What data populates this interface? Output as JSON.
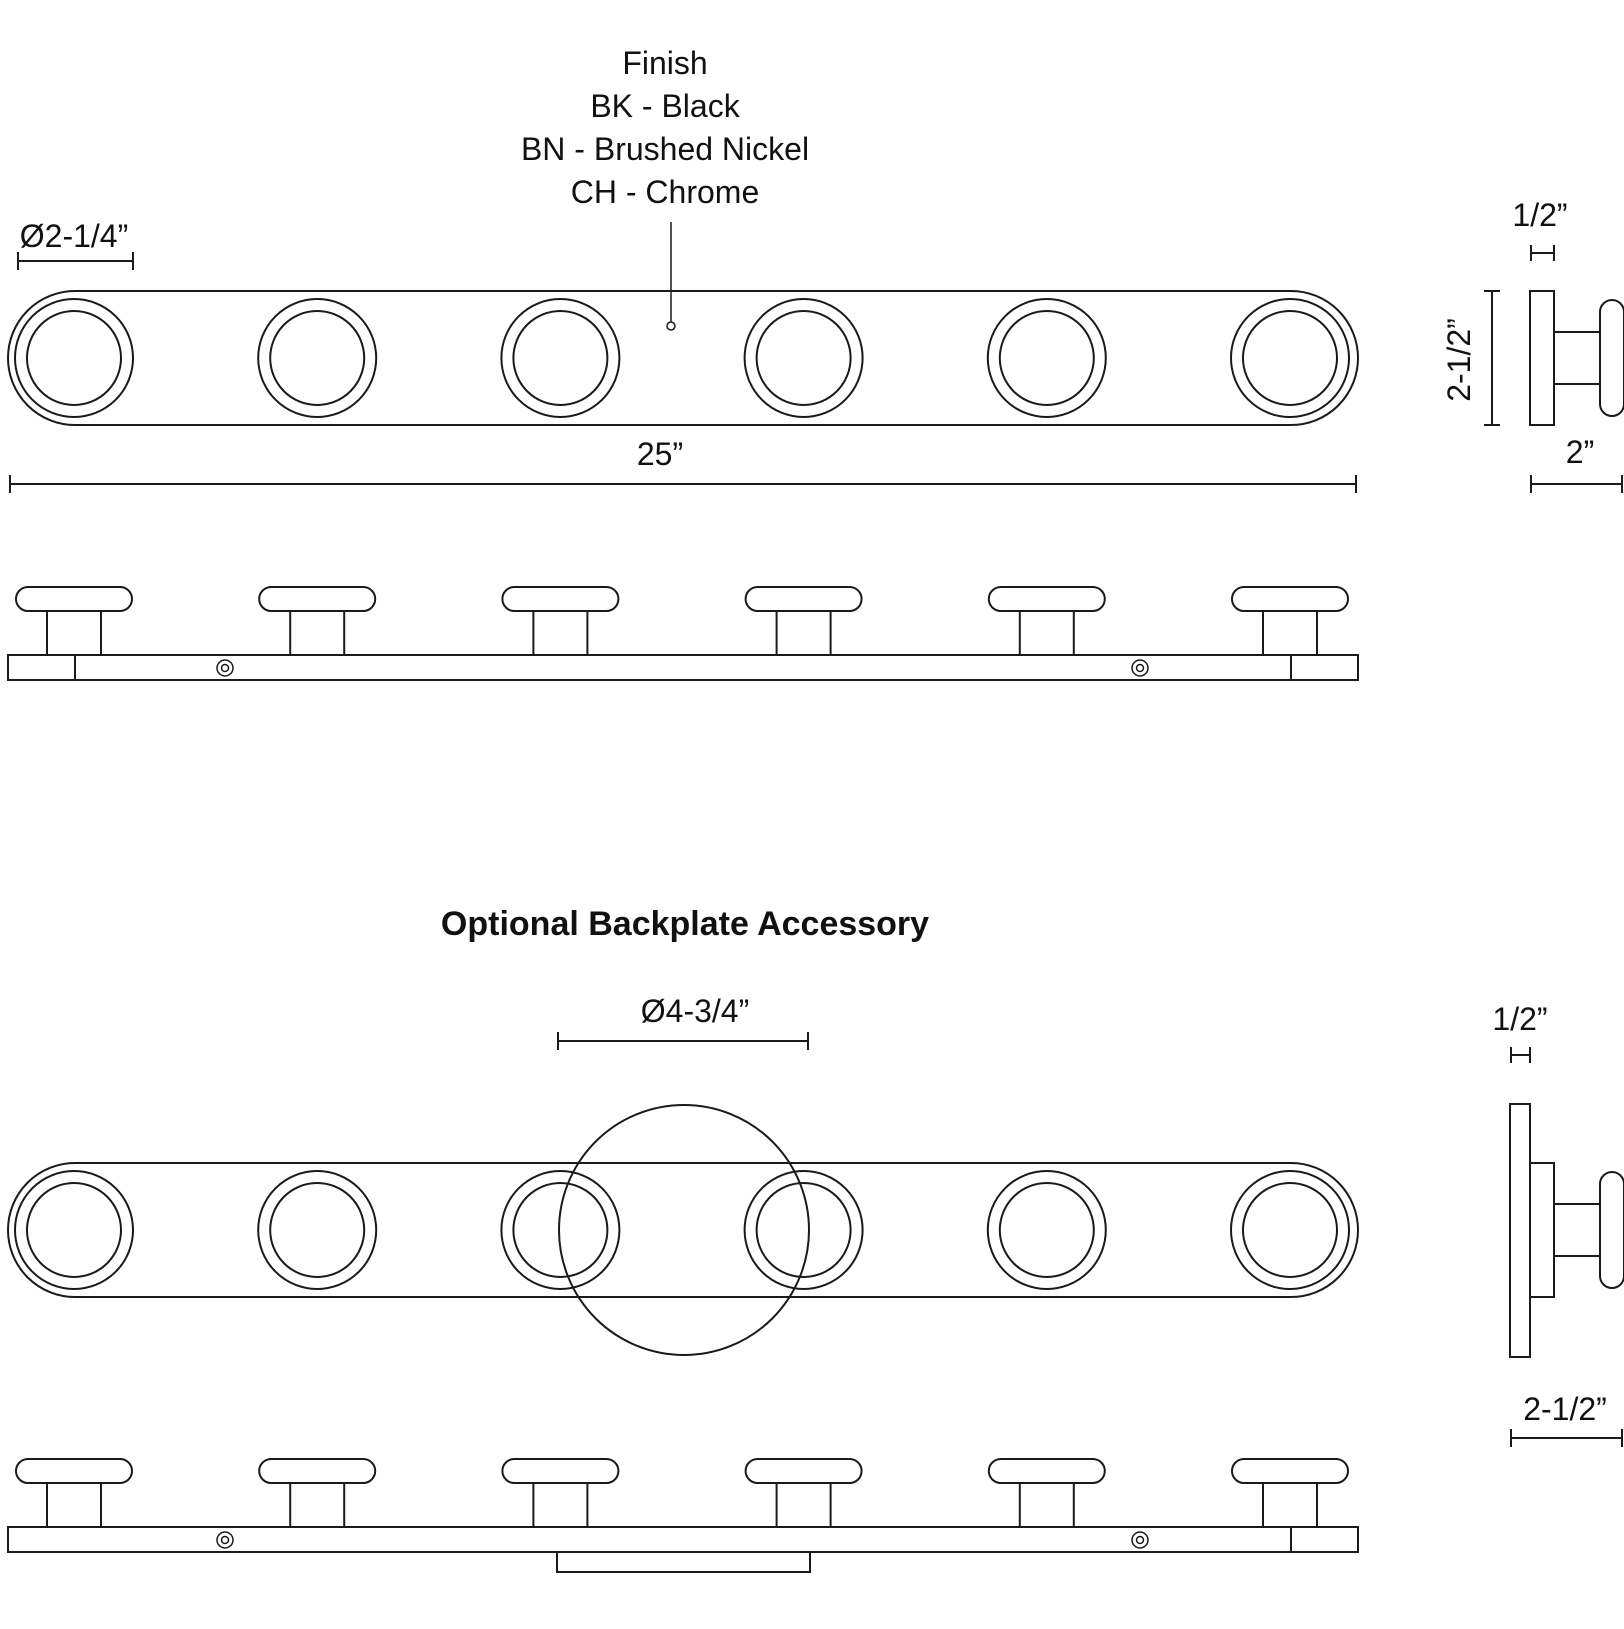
{
  "finish": {
    "heading": "Finish",
    "options": [
      "BK - Black",
      "BN - Brushed Nickel",
      "CH - Chrome"
    ]
  },
  "dimensions": {
    "hook_diameter": "Ø2-1/4”",
    "overall_length": "25”",
    "height": "2-1/2”",
    "plate_thickness_top": "1/2”",
    "depth_top": "2”",
    "backplate_diameter": "Ø4-3/4”",
    "plate_thickness_bottom": "1/2”",
    "depth_bottom": "2-1/2”"
  },
  "accessory": {
    "title": "Optional Backplate Accessory"
  },
  "hook_count": 6
}
